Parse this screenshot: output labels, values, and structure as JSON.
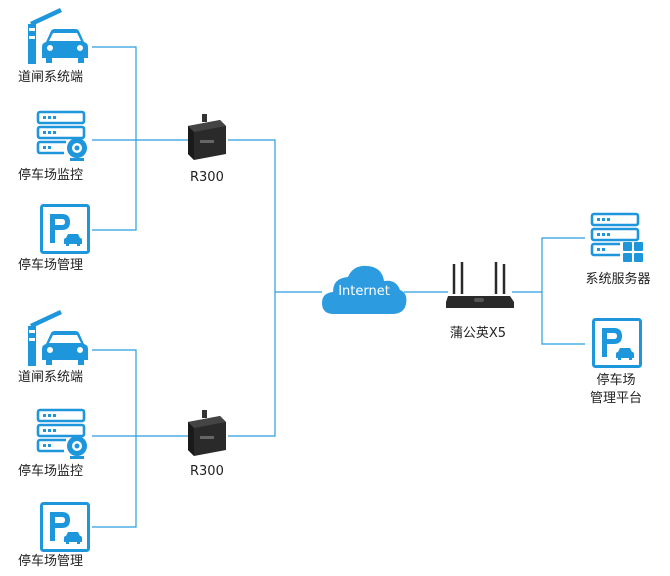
{
  "labels": {
    "gate_1": "道闸系统端",
    "monitor_1": "停车场监控",
    "mgmt_1": "停车场管理",
    "router_1": "R300",
    "gate_2": "道闸系统端",
    "monitor_2": "停车场监控",
    "mgmt_2": "停车场管理",
    "router_2": "R300",
    "cloud": "Internet",
    "hub": "蒲公英X5",
    "server": "系统服务器",
    "platform": "停车场\n管理平台"
  },
  "icons": {
    "gate": "barrier-gate-car-icon",
    "monitor": "server-camera-icon",
    "parking": "parking-sign-icon",
    "router": "industrial-router-icon",
    "cloud": "internet-cloud-icon",
    "hub": "wifi-router-icon",
    "server": "server-grid-icon"
  },
  "colors": {
    "accent": "#1e96dc",
    "line": "#2a9ee0",
    "cloud": "#2c9be0",
    "device": "#2a2a2a"
  }
}
